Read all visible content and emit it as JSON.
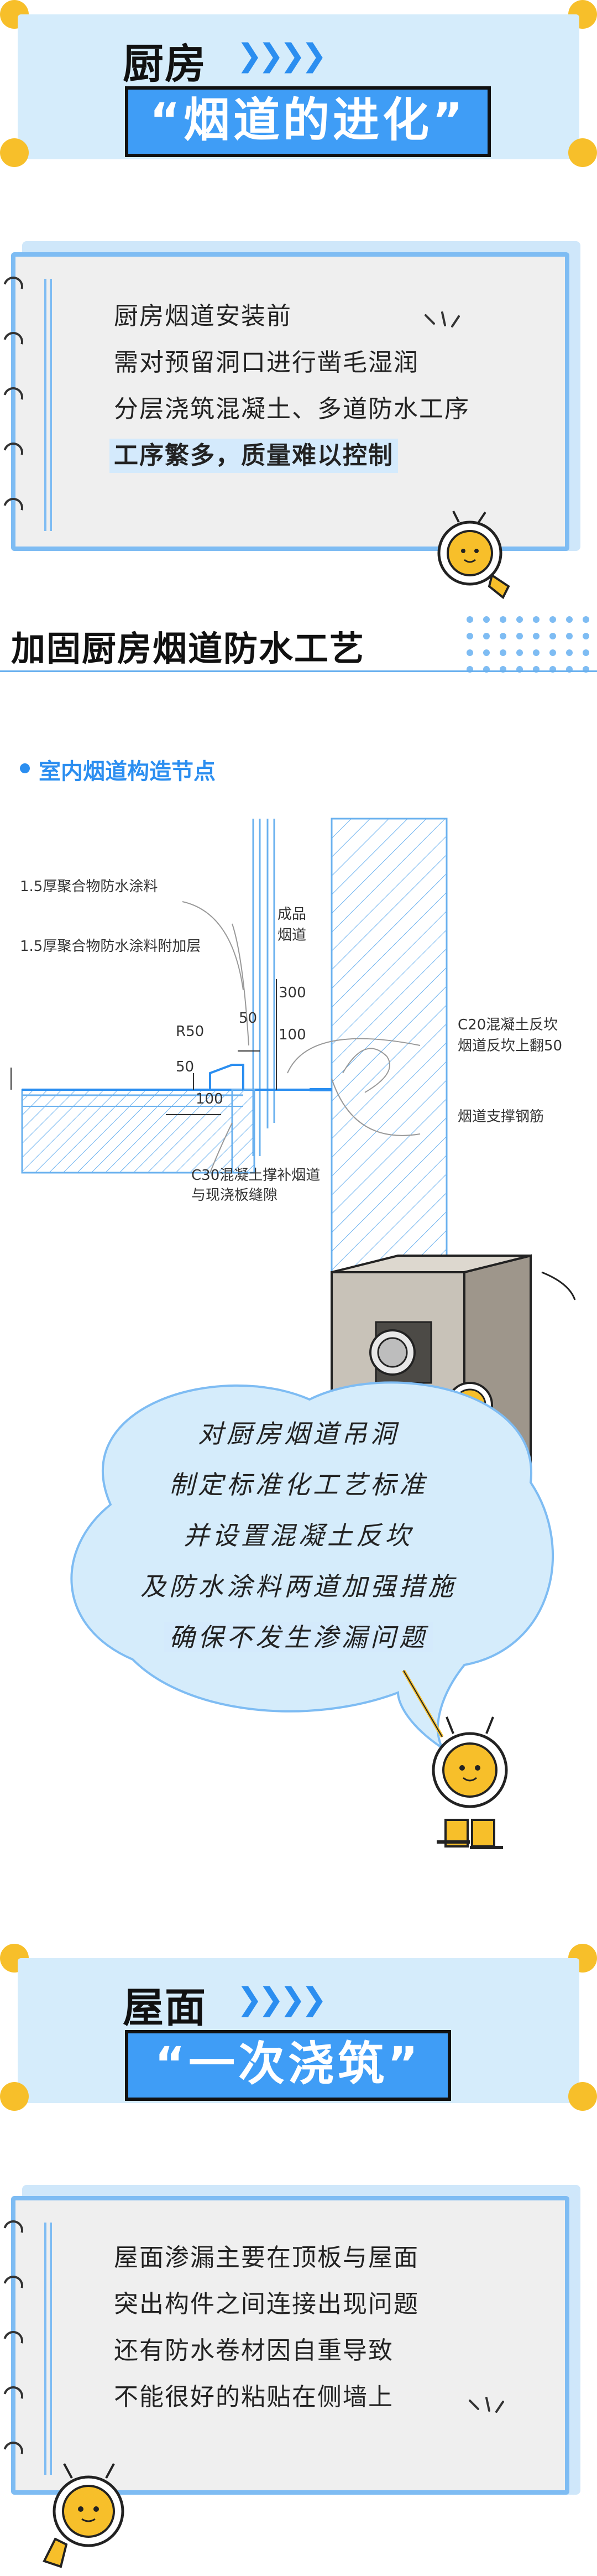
{
  "section1": {
    "title": "厨房",
    "chevrons": "❯❯❯❯",
    "tag": "“烟道的进化”",
    "lines": [
      "厨房烟道安装前",
      "需对预留洞口进行凿毛湿润",
      "分层浇筑混凝土、多道防水工序"
    ],
    "highlight": "工序繁多，质量难以控制"
  },
  "section2": {
    "title": "加固厨房烟道防水工艺",
    "subheading": "室内烟道构造节点",
    "diagram": {
      "label_coating": "1.5厚聚合物防水涂料",
      "label_coating_extra": "1.5厚聚合物防水涂料附加层",
      "label_flue_1": "成品",
      "label_flue_2": "烟道",
      "dim_300": "300",
      "dim_100_v": "100",
      "dim_50_top": "50",
      "label_r50": "R50",
      "dim_50_left": "50",
      "dim_100_h": "100",
      "label_c20_1": "C20混凝土反坎",
      "label_c20_2": "烟道反坎上翻50",
      "label_rebar": "烟道支撑钢筋",
      "label_c30_1": "C30混凝土撑补烟道",
      "label_c30_2": "与现浇板缝隙"
    },
    "bubble_lines": [
      "对厨房烟道吊洞",
      "制定标准化工艺标准",
      "并设置混凝土反坎",
      "及防水涂料两道加强措施"
    ],
    "bubble_highlight": "确保不发生渗漏问题"
  },
  "section3": {
    "title": "屋面",
    "chevrons": "❯❯❯❯",
    "tag": "“一次浇筑”",
    "lines": [
      "屋面渗漏主要在顶板与屋面",
      "突出构件之间连接出现问题",
      "还有防水卷材因自重导致",
      "不能很好的粘贴在侧墙上"
    ]
  },
  "colors": {
    "accent_blue": "#3f9df6",
    "light_blue": "#d5ecfb",
    "yellow": "#f7bf2a",
    "card_gray": "#efefef"
  },
  "icons": [
    "mascot-lightbulb-icon",
    "sparkle-icon",
    "notebook-ring-icon",
    "dot-grid-icon",
    "pointer-stick-icon"
  ]
}
